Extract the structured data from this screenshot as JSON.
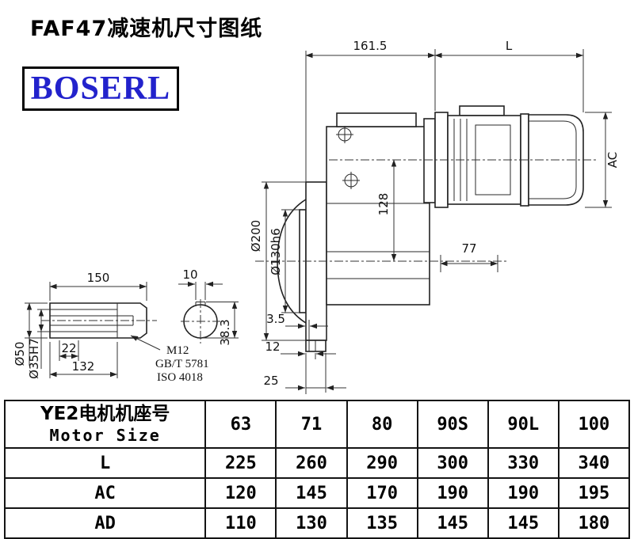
{
  "page": {
    "title": "FAF47减速机尺寸图纸",
    "brand": "BOSERL"
  },
  "dims": {
    "len161": "161.5",
    "lenL": "L",
    "ac": "AC",
    "d200": "Ø200",
    "d130": "Ø130h6",
    "c128": "128",
    "h77": "77",
    "t35": "3.5",
    "t12": "12",
    "t25": "25",
    "k383": "38.3",
    "shaft150": "150",
    "key10": "10",
    "d50": "Ø50",
    "d35h7": "Ø35H7",
    "b22": "22",
    "l132": "132",
    "thread": "M12",
    "std1": "GB/T 5781",
    "std2": "ISO 4018"
  },
  "table": {
    "header": {
      "cn": "YE2电机机座号",
      "en": "Motor Size"
    },
    "columns": [
      "63",
      "71",
      "80",
      "90S",
      "90L",
      "100"
    ],
    "rows": [
      {
        "label": "L",
        "values": [
          "225",
          "260",
          "290",
          "300",
          "330",
          "340"
        ]
      },
      {
        "label": "AC",
        "values": [
          "120",
          "145",
          "170",
          "190",
          "190",
          "195"
        ]
      },
      {
        "label": "AD",
        "values": [
          "110",
          "130",
          "135",
          "145",
          "145",
          "180"
        ]
      }
    ]
  }
}
